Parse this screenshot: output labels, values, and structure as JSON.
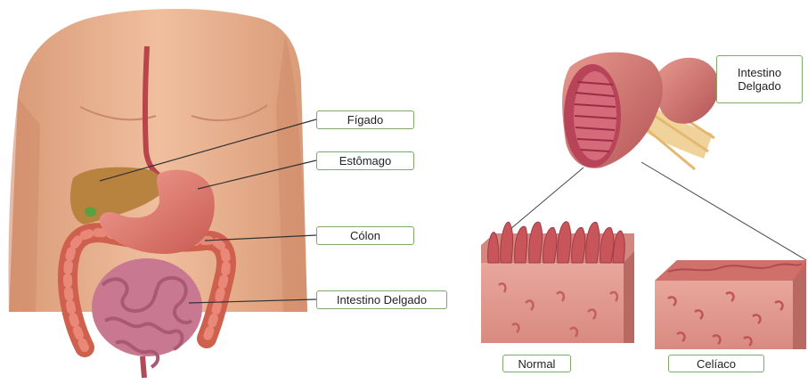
{
  "labels": {
    "figado": "Fígado",
    "estomago": "Estômago",
    "colon": "Cólon",
    "intestino_delgado": "Intestino Delgado",
    "intestino_delgado_zoom_line1": "Intestino",
    "intestino_delgado_zoom_line2": "Delgado",
    "normal": "Normal",
    "celiaco": "Celíaco"
  },
  "colors": {
    "label_border": "#7fa86a",
    "skin": "#e8b08f",
    "intestine": "#c97891",
    "colon": "#d0604e",
    "stomach": "#e07a6e",
    "liver": "#b07a3a",
    "tissue": "#c9655c"
  }
}
